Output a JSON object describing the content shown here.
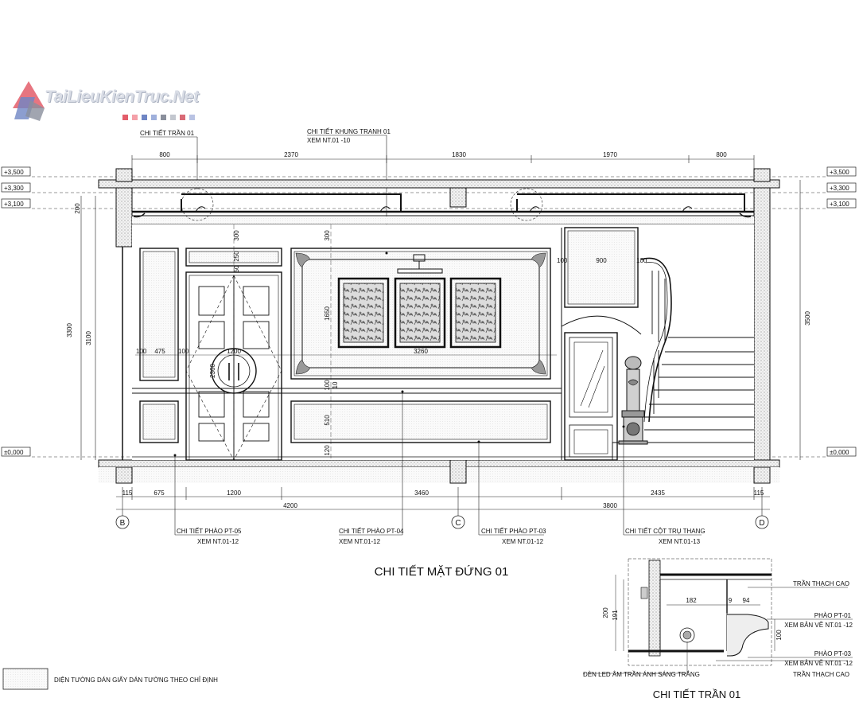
{
  "logo": {
    "text": "TaiLieuKienTruc.Net",
    "colors": [
      "#e35d6a",
      "#f4a0a8",
      "#6f86c4",
      "#9fb0dc",
      "#8a8f9c",
      "#c3c7cf",
      "#d96a76",
      "#b9c3e3"
    ]
  },
  "callouts_top": {
    "ceiling": "CHI TIẾT TRẦN 01",
    "frame_line1": "CHI TIẾT KHUNG TRANH 01",
    "frame_line2": "XEM NT.01 -10"
  },
  "dims_top": [
    "800",
    "2370",
    "1830",
    "1970",
    "800"
  ],
  "levels_left": [
    "+3,500",
    "+3,300",
    "+3,100",
    "±0,000"
  ],
  "levels_right": [
    "+3,500",
    "+3,300",
    "+3,100",
    "±0,000"
  ],
  "dims_left": {
    "d200": "200",
    "d3300": "3300",
    "d3100": "3100"
  },
  "dims_right": {
    "d3500": "3500"
  },
  "dims_inner": {
    "d300a": "300",
    "d250": "250",
    "d50": "50",
    "d300b": "300",
    "d1650": "1650",
    "d2360": "2360",
    "d100a": "100",
    "d475": "475",
    "d100b": "100",
    "d1200": "1200",
    "d3260": "3260",
    "d100c": "100",
    "d10": "10",
    "d510": "510",
    "d120": "120",
    "d100w1": "100",
    "d900": "900",
    "d100w2": "100"
  },
  "dims_bottom1": [
    "115",
    "675",
    "1200",
    "3460",
    "2435",
    "115"
  ],
  "dims_bottom2": [
    "4200",
    "3800"
  ],
  "grid": [
    "B",
    "C",
    "D"
  ],
  "callouts_bottom": [
    {
      "line1": "CHI TIẾT PHÀO PT-05",
      "line2": "XEM NT.01-12"
    },
    {
      "line1": "CHI TIẾT PHÀO PT-04",
      "line2": "XEM NT.01-12"
    },
    {
      "line1": "CHI TIẾT PHÀO PT-03",
      "line2": "XEM NT.01-12"
    },
    {
      "line1": "CHI TIẾT CỘT TRỤ THANG",
      "line2": "XEM NT.01-13"
    }
  ],
  "main_title": "CHI TIẾT MẶT ĐỨNG 01",
  "legend_text": "DIỆN TƯỜNG DÁN GIẤY DÁN TƯỜNG THEO CHỈ ĐỊNH",
  "detail": {
    "title": "CHI TIẾT TRẦN 01",
    "dims": {
      "d182": "182",
      "d9": "9",
      "d94": "94",
      "d200": "200",
      "d191": "191",
      "d100": "100"
    },
    "labels": {
      "tran1": "TRẦN THẠCH CAO",
      "pt01_l1": "PHÀO PT-01",
      "pt01_l2": "XEM BẢN VẼ NT.01 -12",
      "pt03_l1": "PHÀO PT-03",
      "pt03_l2": "XEM BẢN VẼ NT.01 -12",
      "tran2": "TRẦN THẠCH CAO",
      "led": "ĐÈN LED ÂM TRẦN ÁNH SÁNG TRẮNG"
    }
  }
}
